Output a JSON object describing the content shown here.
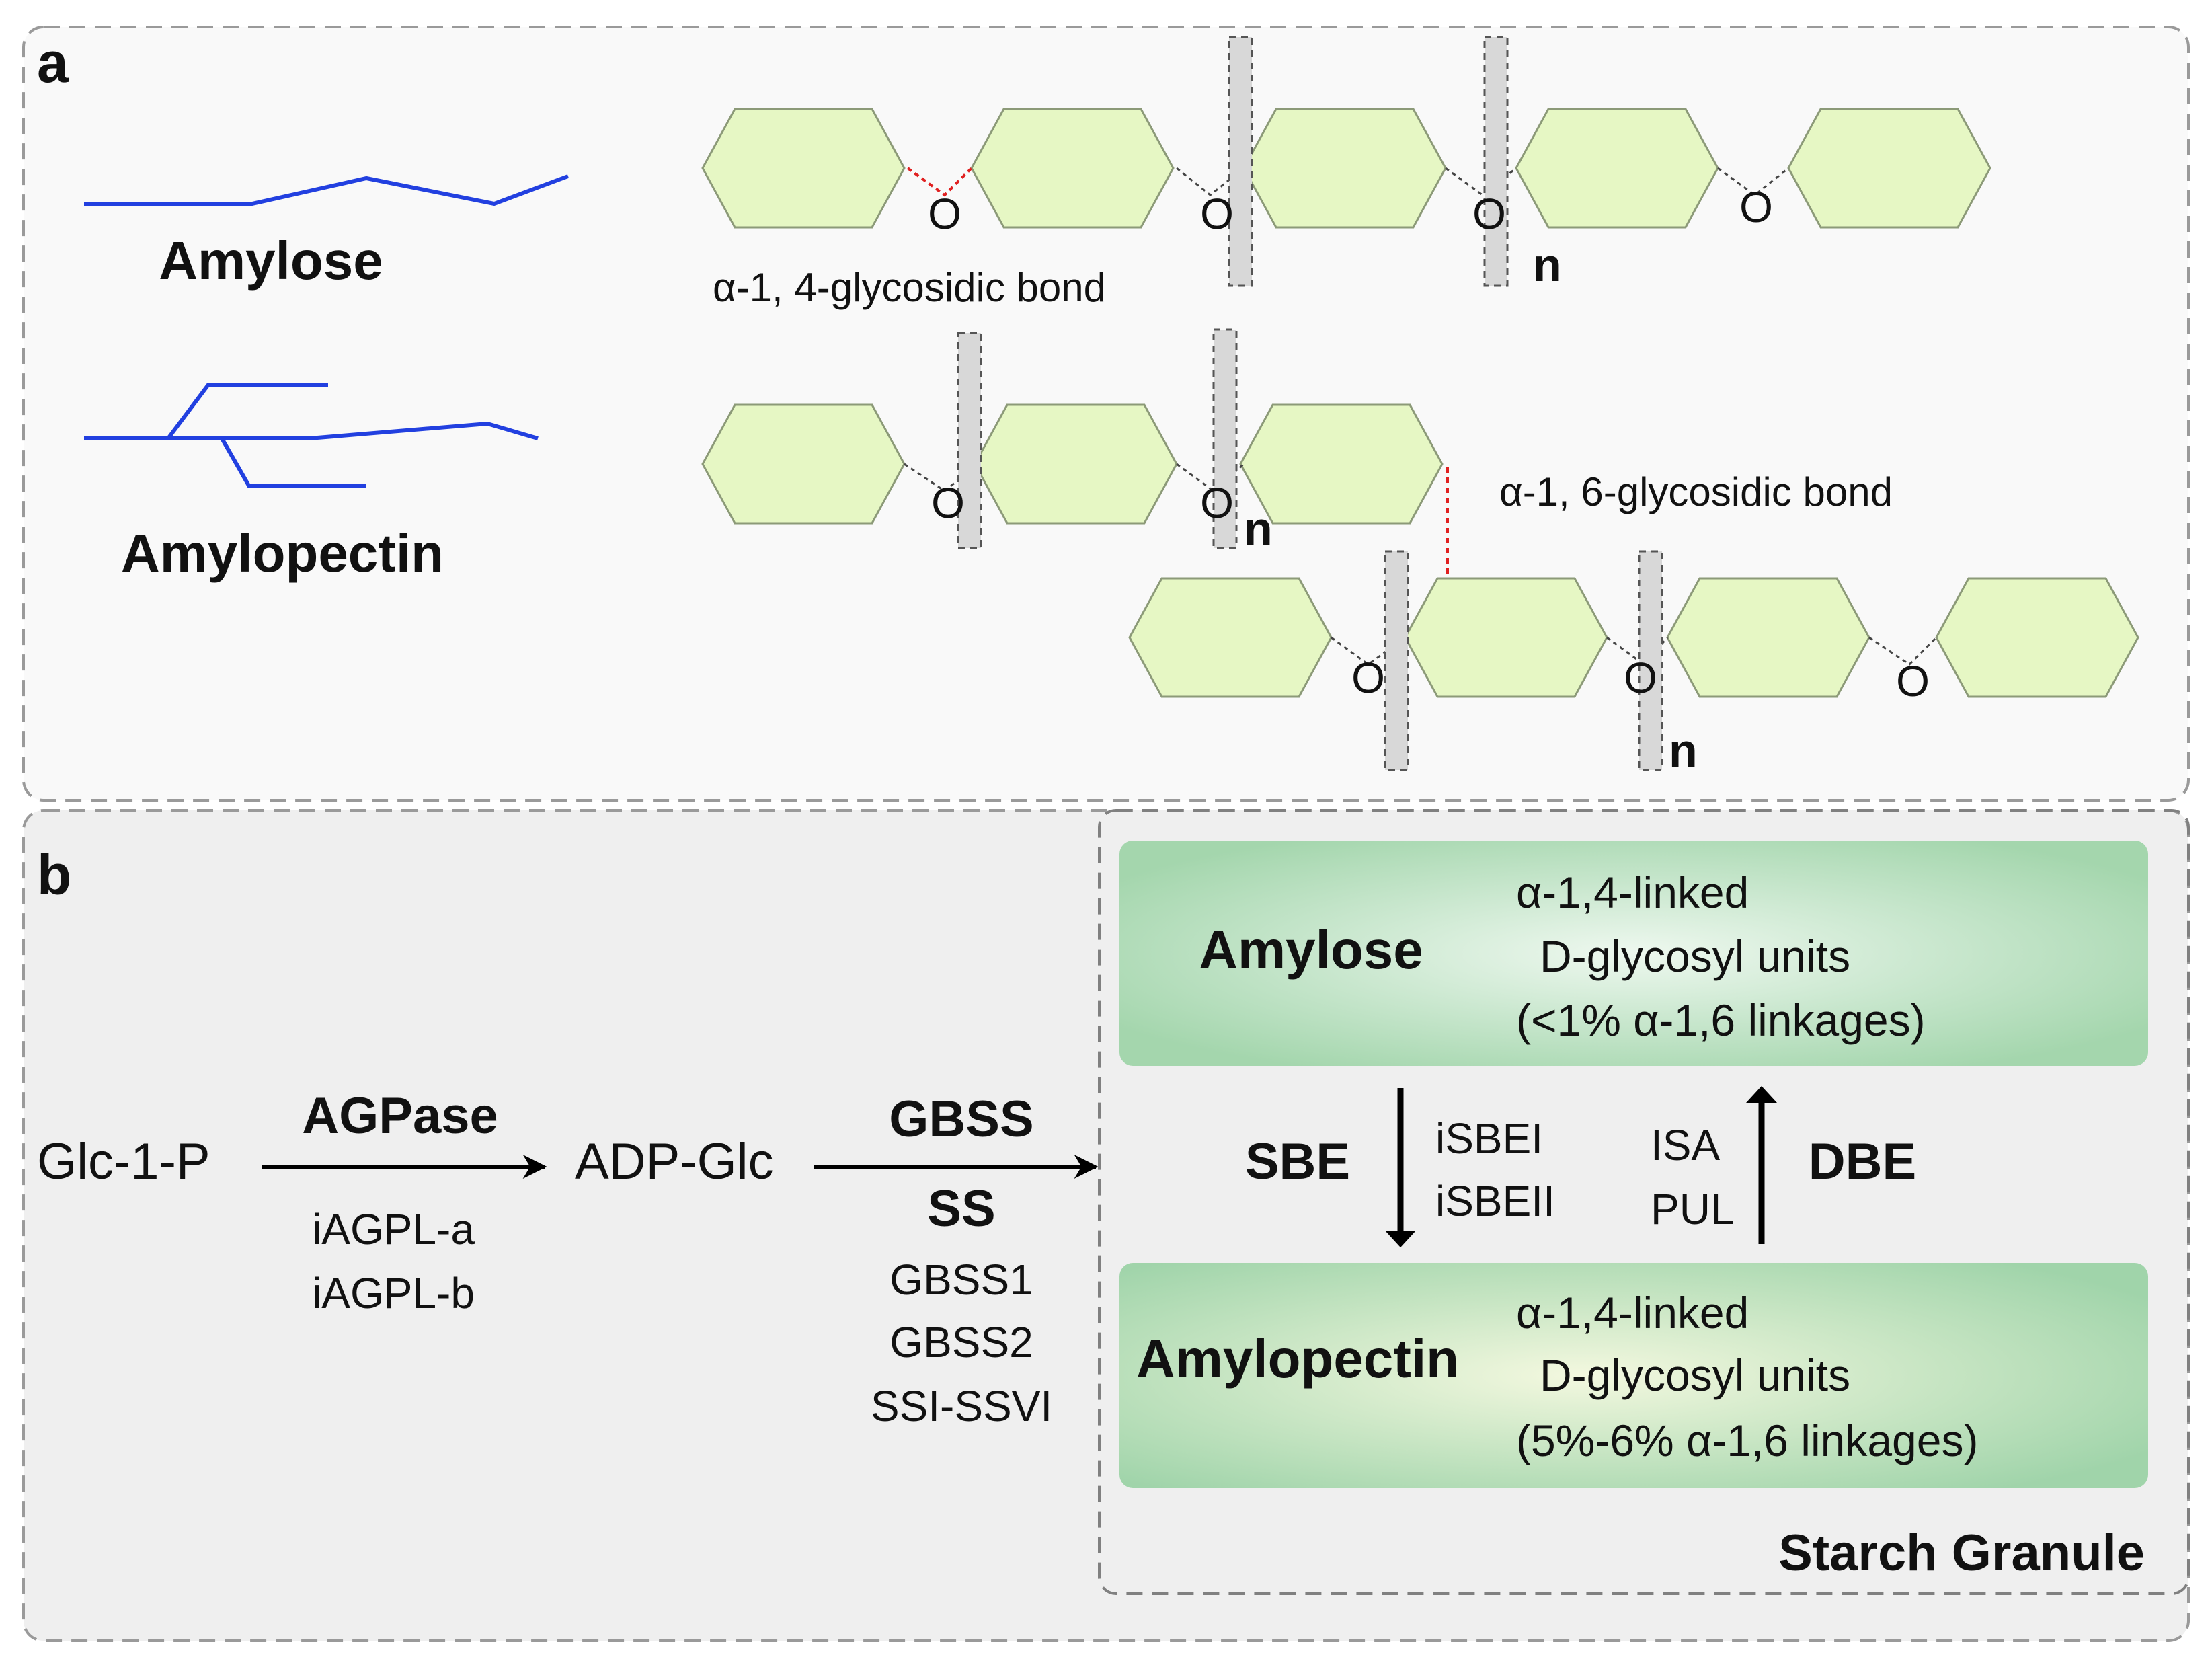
{
  "panel_a": {
    "label": "a",
    "amylose_label": "Amylose",
    "amylopectin_label": "Amylopectin",
    "alpha14_bond_label": "α-1, 4-glycosidic bond",
    "alpha16_bond_label": "α-1, 6-glycosidic bond",
    "oxygen": "O",
    "repeat_n": "n"
  },
  "panel_b": {
    "label": "b",
    "glc1p": "Glc-1-P",
    "agpase": "AGPase",
    "iagpl_a": "iAGPL-a",
    "iagpl_b": "iAGPL-b",
    "adpglc": "ADP-Glc",
    "gbss": "GBSS",
    "ss": "SS",
    "gbss1": "GBSS1",
    "gbss2": "GBSS2",
    "ssi_ssvi": "SSI-SSVI",
    "amylose_title": "Amylose",
    "amylose_line1": "α-1,4-linked",
    "amylose_line2": "D-glycosyl units",
    "amylose_line3": "(<1% α-1,6 linkages)",
    "sbe": "SBE",
    "isbei": "iSBEI",
    "isbeii": "iSBEII",
    "isa": "ISA",
    "pul": "PUL",
    "dbe": "DBE",
    "amylopectin_title": "Amylopectin",
    "amylopectin_line1": "α-1,4-linked",
    "amylopectin_line2": "D-glycosyl units",
    "amylopectin_line3": "(5%-6% α-1,6 linkages)",
    "granule_label": "Starch Granule"
  },
  "colors": {
    "hexagon_fill": "#e6f7c4",
    "chain_blue": "#2240e0",
    "bond_red": "#e02020",
    "box_green": "#a9d8b0"
  }
}
